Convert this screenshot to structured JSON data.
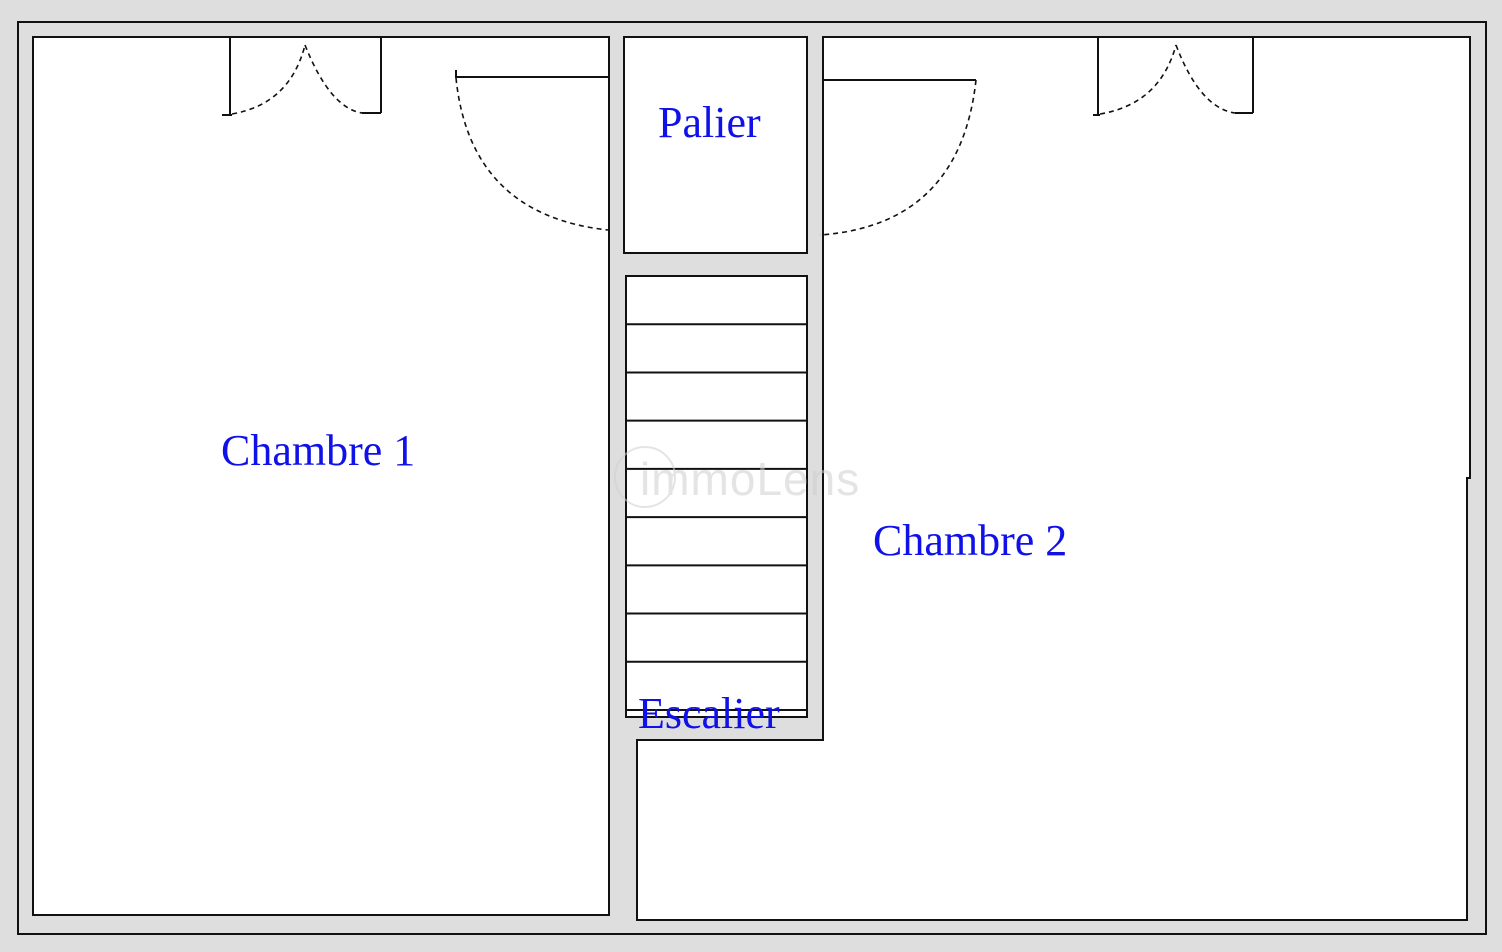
{
  "rooms": {
    "chambre_1": "Chambre 1",
    "chambre_2": "Chambre 2",
    "palier": "Palier",
    "escalier": "Escalier"
  },
  "stairs": {
    "step_count": 9
  },
  "watermark": {
    "text": "immoLens"
  },
  "colors": {
    "label": "#1010e8",
    "wall": "#111111",
    "background": "#dedede",
    "room_fill": "#ffffff",
    "watermark": "#cfcfcf"
  }
}
